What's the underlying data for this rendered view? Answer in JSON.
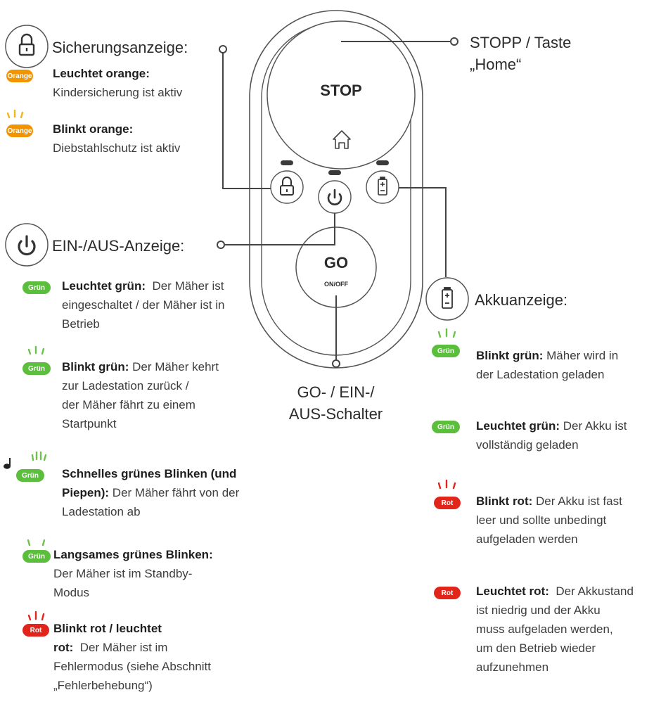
{
  "remote": {
    "stop_label": "STOP",
    "go_label": "GO",
    "onoff_label": "ON/OFF"
  },
  "callouts": {
    "stop": "STOPP / Taste",
    "home": "„Home“",
    "go_line1": "GO- / EIN-/",
    "go_line2": "AUS-Schalter"
  },
  "lock_section": {
    "heading": "Sicherungsanzeige:",
    "items": [
      {
        "badge": "Orange",
        "title": "Leuchtet orange:",
        "text": "Kindersicherung ist aktiv"
      },
      {
        "badge": "Orange",
        "title": "Blinkt orange:",
        "text": "Diebstahlschutz ist aktiv"
      }
    ]
  },
  "power_section": {
    "heading": "EIN-/AUS-Anzeige:",
    "items": [
      {
        "badge": "Grün",
        "title": "Leuchtet grün:",
        "l1": "Der Mäher ist",
        "l2": "eingeschaltet / der Mäher ist in",
        "l3": "Betrieb"
      },
      {
        "badge": "Grün",
        "title": "Blinkt grün:",
        "l1": "Der Mäher kehrt",
        "l2": "zur Ladestation zurück /",
        "l3": "der Mäher fährt zu einem",
        "l4": "Startpunkt"
      },
      {
        "badge": "Grün",
        "title": "Schnelles grünes Blinken (und",
        "title2": "Piepen):",
        "l1": "Der Mäher fährt von der",
        "l2": "Ladestation ab"
      },
      {
        "badge": "Grün",
        "title": "Langsames grünes Blinken:",
        "l1": "Der Mäher ist im Standby-",
        "l2": "Modus"
      },
      {
        "badge": "Rot",
        "title": "Blinkt rot / leuchtet",
        "title2": "rot:",
        "l1": "Der Mäher ist im",
        "l2": "Fehlermodus (siehe Abschnitt",
        "l3": "„Fehlerbehebung“)"
      }
    ]
  },
  "battery_section": {
    "heading": "Akkuanzeige:",
    "items": [
      {
        "badge": "Grün",
        "title": "Blinkt grün:",
        "l1": "Mäher wird in",
        "l2": "der Ladestation geladen"
      },
      {
        "badge": "Grün",
        "title": "Leuchtet grün:",
        "l1": "Der Akku ist",
        "l2": "vollständig geladen"
      },
      {
        "badge": "Rot",
        "title": "Blinkt rot:",
        "l1": "Der Akku ist fast",
        "l2": "leer und sollte unbedingt",
        "l3": "aufgeladen werden"
      },
      {
        "badge": "Rot",
        "title": "Leuchtet rot:",
        "l1": "Der Akkustand",
        "l2": "ist niedrig und der Akku",
        "l3": "muss aufgeladen werden,",
        "l4": "um den Betrieb wieder",
        "l5": "aufzunehmen"
      }
    ]
  },
  "colors": {
    "orange": "#f29400",
    "green": "#5bbe3d",
    "red": "#e1251b",
    "line": "#444444"
  },
  "icons": [
    "lock-icon",
    "power-icon",
    "battery-icon",
    "home-icon",
    "flash-rays-icon",
    "music-note-icon"
  ]
}
